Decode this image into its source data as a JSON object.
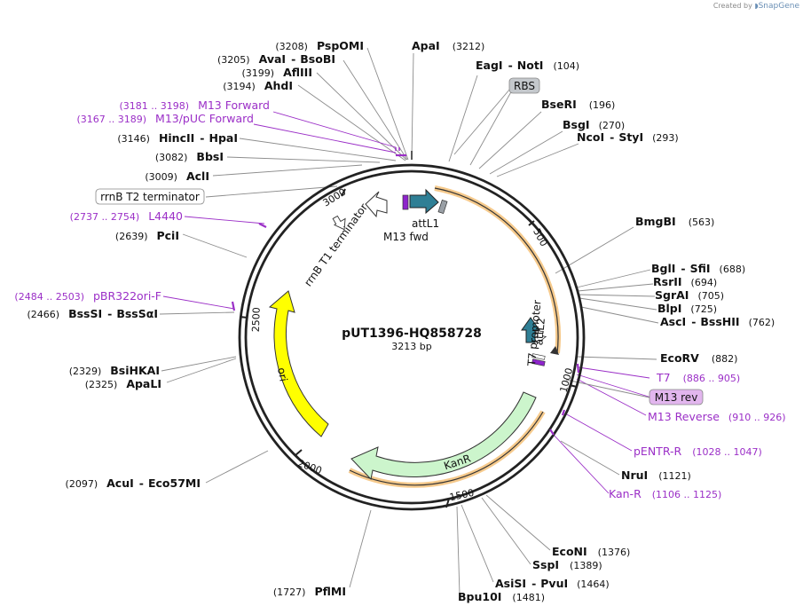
{
  "watermark": {
    "prefix": "Created by",
    "brand": "SnapGene"
  },
  "plasmid": {
    "name": "pUT1396-HQ858728",
    "size_label": "3213 bp",
    "length": 3213
  },
  "ticks": [
    "500",
    "1000",
    "1500",
    "2000",
    "2500",
    "3000"
  ],
  "enzymes_right": [
    {
      "names": [
        "ApaI"
      ],
      "pos": "(3212)"
    },
    {
      "names": [
        "EagI",
        "NotI"
      ],
      "pos": "(104)"
    },
    {
      "names": [
        "BseRI"
      ],
      "pos": "(196)"
    },
    {
      "names": [
        "BsgI"
      ],
      "pos": "(270)"
    },
    {
      "names": [
        "NcoI",
        "StyI"
      ],
      "pos": "(293)"
    },
    {
      "names": [
        "BmgBI"
      ],
      "pos": "(563)"
    },
    {
      "names": [
        "BglI",
        "SfiI"
      ],
      "pos": "(688)"
    },
    {
      "names": [
        "RsrII"
      ],
      "pos": "(694)"
    },
    {
      "names": [
        "SgrAI"
      ],
      "pos": "(705)"
    },
    {
      "names": [
        "BlpI"
      ],
      "pos": "(725)"
    },
    {
      "names": [
        "AscI",
        "BssHII"
      ],
      "pos": "(762)"
    },
    {
      "names": [
        "EcoRV"
      ],
      "pos": "(882)"
    },
    {
      "names": [
        "NruI"
      ],
      "pos": "(1121)"
    },
    {
      "names": [
        "EcoNI"
      ],
      "pos": "(1376)"
    },
    {
      "names": [
        "SspI"
      ],
      "pos": "(1389)"
    },
    {
      "names": [
        "AsiSI",
        "PvuI"
      ],
      "pos": "(1464)"
    },
    {
      "names": [
        "Bpu10I"
      ],
      "pos": "(1481)"
    }
  ],
  "enzymes_left": [
    {
      "names": [
        "PspOMI"
      ],
      "pos": "(3208)"
    },
    {
      "names": [
        "AvaI",
        "BsoBI"
      ],
      "pos": "(3205)"
    },
    {
      "names": [
        "AflIII"
      ],
      "pos": "(3199)"
    },
    {
      "names": [
        "AhdI"
      ],
      "pos": "(3194)"
    },
    {
      "names": [
        "HincII",
        "HpaI"
      ],
      "pos": "(3146)"
    },
    {
      "names": [
        "BbsI"
      ],
      "pos": "(3082)"
    },
    {
      "names": [
        "AclI"
      ],
      "pos": "(3009)"
    },
    {
      "names": [
        "PciI"
      ],
      "pos": "(2639)"
    },
    {
      "names": [
        "BssSI",
        "BssSαI"
      ],
      "pos": "(2466)"
    },
    {
      "names": [
        "BsiHKAI"
      ],
      "pos": "(2329)"
    },
    {
      "names": [
        "ApaLI"
      ],
      "pos": "(2325)"
    },
    {
      "names": [
        "AcuI",
        "Eco57MI"
      ],
      "pos": "(2097)"
    },
    {
      "names": [
        "PflMI"
      ],
      "pos": "(1727)"
    }
  ],
  "primers_right": [
    {
      "name": "T7",
      "pos": "(886 .. 905)"
    },
    {
      "name": "M13 Reverse",
      "pos": "(910 .. 926)"
    },
    {
      "name": "pENTR-R",
      "pos": "(1028 .. 1047)"
    },
    {
      "name": "Kan-R",
      "pos": "(1106 .. 1125)"
    }
  ],
  "primers_left": [
    {
      "name": "M13 Forward",
      "pos": "(3181 .. 3198)"
    },
    {
      "name": "M13/pUC Forward",
      "pos": "(3167 .. 3189)"
    },
    {
      "name": "L4440",
      "pos": "(2737 .. 2754)"
    },
    {
      "name": "pBR322ori-F",
      "pos": "(2484 .. 2503)"
    }
  ],
  "boxed_labels": {
    "rbs": "RBS",
    "m13rev": "M13 rev",
    "rrnb_t2": "rrnB T2 terminator"
  },
  "features": {
    "attL1": "attL1",
    "m13fwd": "M13 fwd",
    "rrnb_t1": "rrnB T1 terminator",
    "t7_promoter": "T7 promoter",
    "attL2": "attL2",
    "kanr": "KanR",
    "ori": "ori"
  },
  "colors": {
    "backbone": "#222222",
    "feature_teal": "#2f7f95",
    "kanr_fill": "#ccf5cc",
    "ori_fill": "#ffff00",
    "orange_highlight": "#f2b35b",
    "primer": "#9b2fc7",
    "box_gray": "#c4c8cc",
    "box_lilac": "#e2b6ee"
  }
}
